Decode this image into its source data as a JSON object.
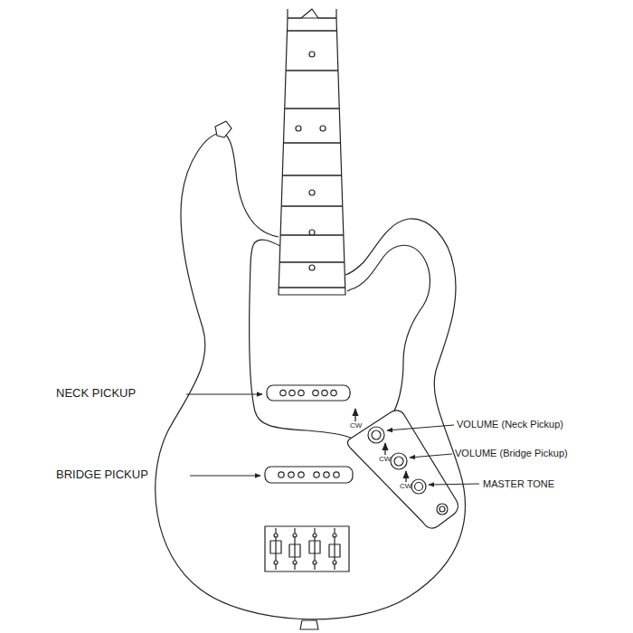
{
  "diagram": {
    "labels": [
      "NECK PICKUP",
      "BRIDGE PICKUP",
      "VOLUME (Neck Pickup)",
      "VOLUME (Bridge Pickup)",
      "MASTER TONE",
      "CW",
      "CW",
      "CW"
    ]
  }
}
